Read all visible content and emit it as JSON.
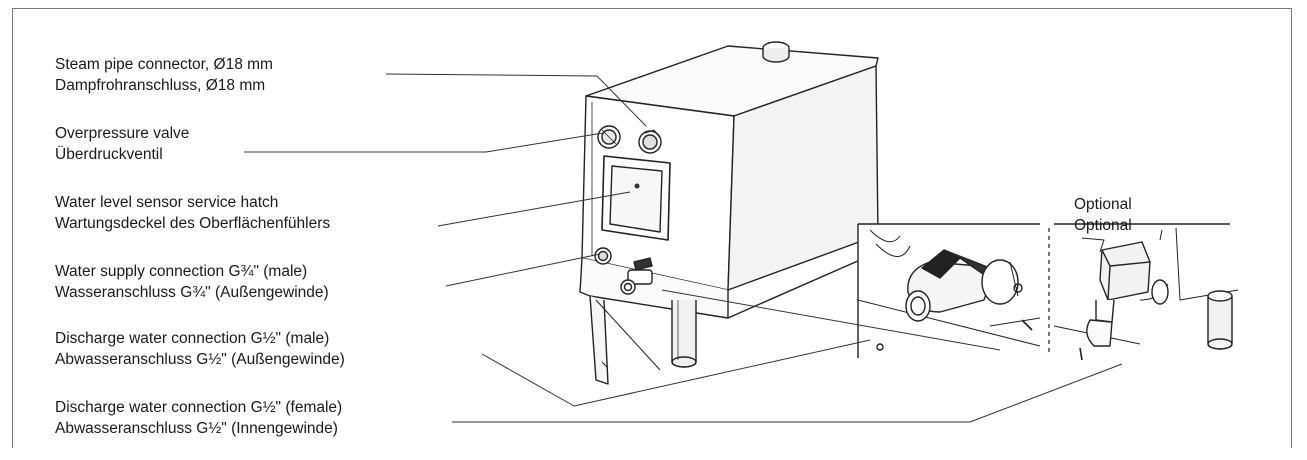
{
  "callouts": [
    {
      "en": "Steam pipe connector, Ø18 mm",
      "de": "Dampfrohranschluss, Ø18 mm"
    },
    {
      "en": "Overpressure valve",
      "de": "Überdruckventil"
    },
    {
      "en": "Water level sensor service hatch",
      "de": "Wartungsdeckel des Oberflächenfühlers"
    },
    {
      "en": "Water supply connection G¾\" (male)",
      "de": "Wasseranschluss G¾\" (Außengewinde)"
    },
    {
      "en": "Discharge water connection G½\" (male)",
      "de": "Abwasseranschluss G½\" (Außengewinde)"
    },
    {
      "en": "Discharge water connection G½\" (female)",
      "de": "Abwasseranschluss G½\" (Innengewinde)"
    }
  ],
  "optional": {
    "line1": "Optional",
    "line2": "Optional"
  }
}
